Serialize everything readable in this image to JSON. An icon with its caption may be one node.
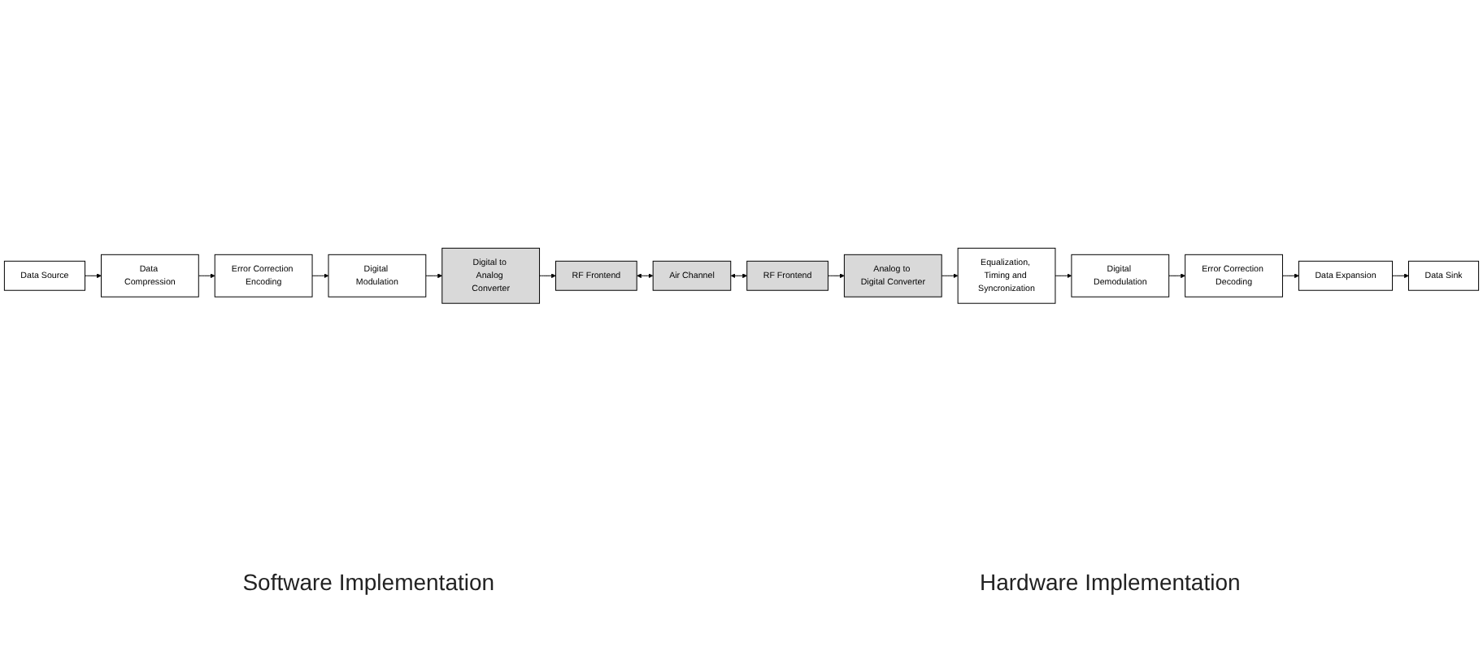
{
  "diagram": {
    "nodes": [
      {
        "text": [
          "Data Source"
        ]
      },
      {
        "text": [
          "Data Compression"
        ]
      },
      {
        "text": [
          "Error Correction Encoding"
        ]
      },
      {
        "text": [
          "Digital Modulation"
        ]
      },
      {
        "text": [
          "Digital to Analog Converter"
        ]
      },
      {
        "text": [
          "RF Frontend"
        ]
      },
      {
        "text": [
          "Air Channel"
        ]
      },
      {
        "text": [
          "RF Frontend"
        ]
      },
      {
        "text": [
          "Analog to Digital Converter"
        ]
      },
      {
        "text": [
          "Equalization, Timing and Syncronization"
        ]
      },
      {
        "text": [
          "Digital Demodulation"
        ]
      },
      {
        "text": [
          "Error Correction Decoding"
        ]
      },
      {
        "text": [
          "Data Expansion"
        ]
      },
      {
        "text": [
          "Data Sink"
        ]
      }
    ],
    "edges": [
      {
        "from": 0,
        "to": 1,
        "arrow": "to"
      },
      {
        "from": 1,
        "to": 2,
        "arrow": "to"
      },
      {
        "from": 2,
        "to": 3,
        "arrow": "to"
      },
      {
        "from": 3,
        "to": 4,
        "arrow": "to"
      },
      {
        "from": 4,
        "to": 5,
        "arrow": "to"
      },
      {
        "from": 5,
        "to": 6,
        "arrow": "both"
      },
      {
        "from": 6,
        "to": 7,
        "arrow": "both"
      },
      {
        "from": 7,
        "to": 8,
        "arrow": "to"
      },
      {
        "from": 8,
        "to": 9,
        "arrow": "to"
      },
      {
        "from": 9,
        "to": 10,
        "arrow": "to"
      },
      {
        "from": 10,
        "to": 11,
        "arrow": "to"
      },
      {
        "from": 11,
        "to": 12,
        "arrow": "to"
      },
      {
        "from": 12,
        "to": 13,
        "arrow": "to"
      }
    ],
    "labels": [
      "Software Implementation",
      "Hardware Implementation"
    ]
  }
}
